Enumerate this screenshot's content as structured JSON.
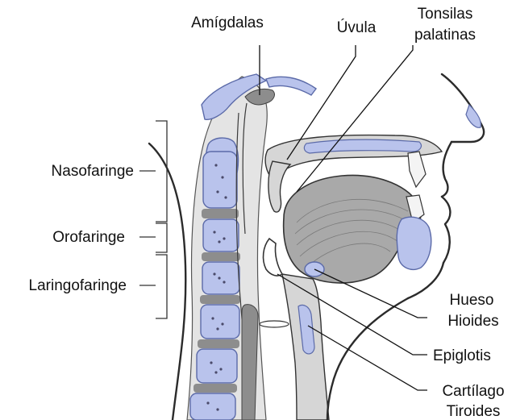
{
  "labels": {
    "amigdalas": "Amígdalas",
    "uvula": "Úvula",
    "tonsilas_line1": "Tonsilas",
    "tonsilas_line2": "palatinas",
    "nasofaringe": "Nasofaringe",
    "orofaringe": "Orofaringe",
    "laringofaringe": "Laringofaringe",
    "hueso_line1": "Hueso",
    "hueso_line2": "Hioides",
    "epiglotis": "Epiglotis",
    "cartilago_line1": "Cartílago",
    "cartilago_line2": "Tiroides"
  },
  "colors": {
    "bone_blue": "#b9c3ec",
    "bone_edge": "#5b6aa8",
    "tissue_gray": "#d6d6d6",
    "muscle_gray": "#a9a9a9",
    "ink": "#2b2b2b"
  }
}
